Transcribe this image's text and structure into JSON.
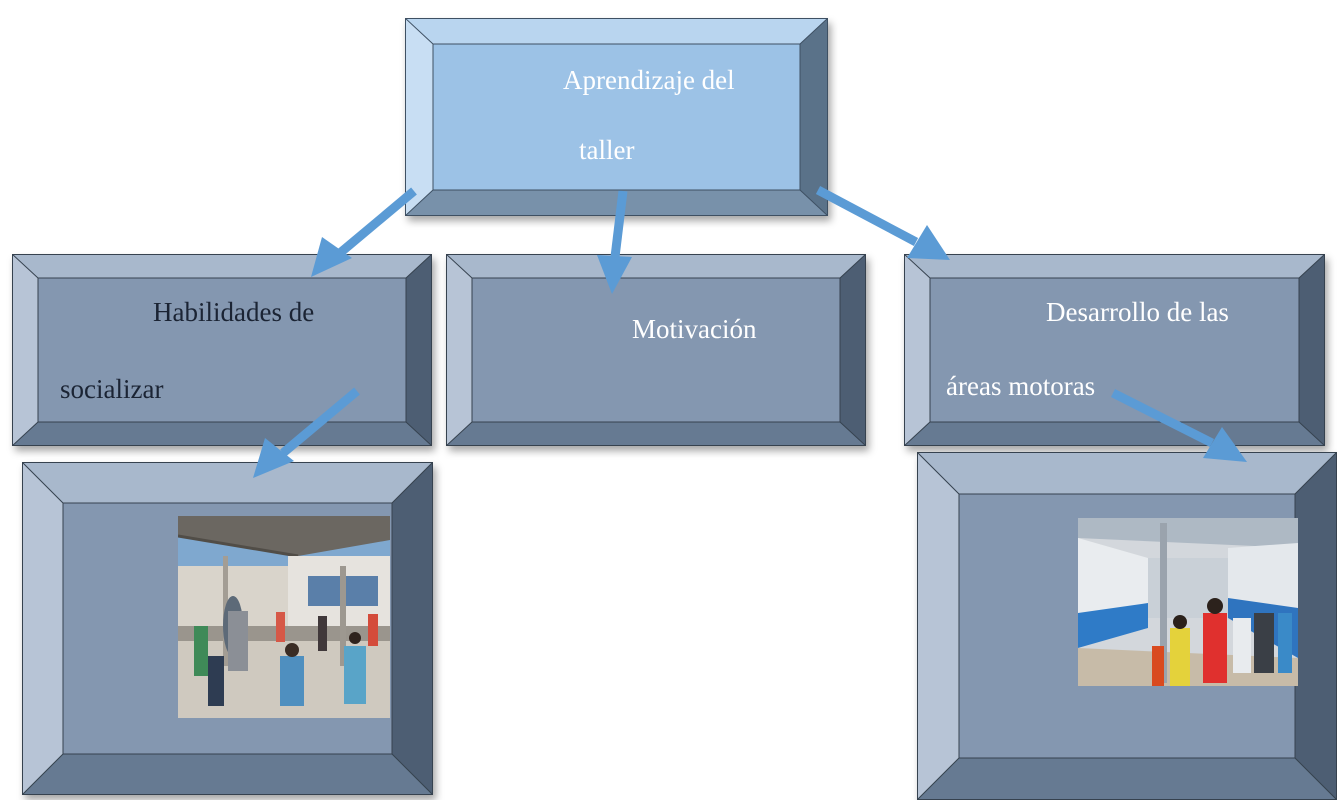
{
  "colors": {
    "top_face": "#9cc2e6",
    "child_face": "#8497b0",
    "arrow": "#5b9bd5"
  },
  "boxes": {
    "root": {
      "line1": "Aprendizaje del",
      "line2": "taller"
    },
    "left": {
      "line1": "Habilidades de",
      "line2": "socializar"
    },
    "middle": {
      "line1": "Motivación"
    },
    "right": {
      "line1": "Desarrollo de las",
      "line2": "áreas motoras"
    }
  },
  "photos": {
    "left": {
      "icon": "school-courtyard-photo"
    },
    "right": {
      "icon": "school-corridor-photo"
    }
  }
}
